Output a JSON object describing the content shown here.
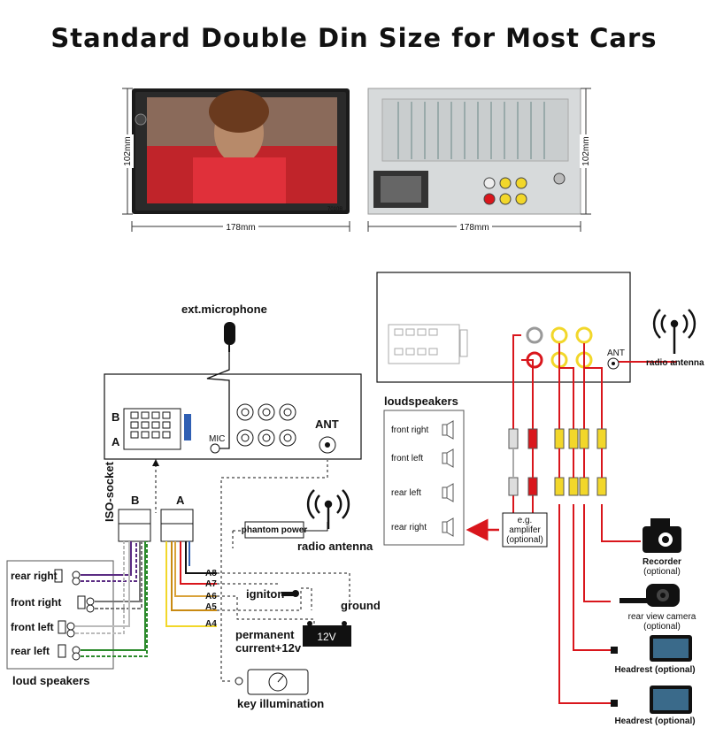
{
  "title": "Standard Double Din Size for Most Cars",
  "front_unit": {
    "model": "7010B",
    "width": "178mm",
    "height": "102mm"
  },
  "rear_unit": {
    "width": "178mm",
    "height": "102mm"
  },
  "left_diagram": {
    "ext_microphone": "ext.microphone",
    "mic": "MIC",
    "ant": "ANT",
    "row_b": "B",
    "row_a": "A",
    "iso_socket": "ISO-socket",
    "conn_b": "B",
    "conn_a": "A",
    "phantom_power": "phantom power",
    "radio_antenna": "radio antenna",
    "pins": [
      "A8",
      "A7",
      "A6",
      "A5",
      "A4"
    ],
    "igniton": "igniton",
    "ground": "ground",
    "battery": "12V",
    "permanent": "permanent",
    "current": "current+12v",
    "key_illumination": "key illumination",
    "speakers": [
      "rear right",
      "front right",
      "front left",
      "rear left"
    ],
    "loud_speakers": "loud speakers"
  },
  "right_diagram": {
    "ant": "ANT",
    "radio_antenna": "radio antenna",
    "loudspeakers_title": "loudspeakers",
    "loudspeakers": [
      "front right",
      "front left",
      "rear left",
      "rear right"
    ],
    "amplifier": [
      "e.g.",
      "amplifer",
      "(optional)"
    ],
    "recorder": [
      "Recorder",
      "(optional)"
    ],
    "rear_camera": [
      "rear view camera",
      "(optional)"
    ],
    "headrest1": "Headrest (optional)",
    "headrest2": "Headrest (optional)"
  },
  "colors": {
    "red": "#d9161c",
    "yellow": "#f2d72a",
    "wire_purple": "#5b2c83",
    "wire_green": "#2b8a2b"
  }
}
